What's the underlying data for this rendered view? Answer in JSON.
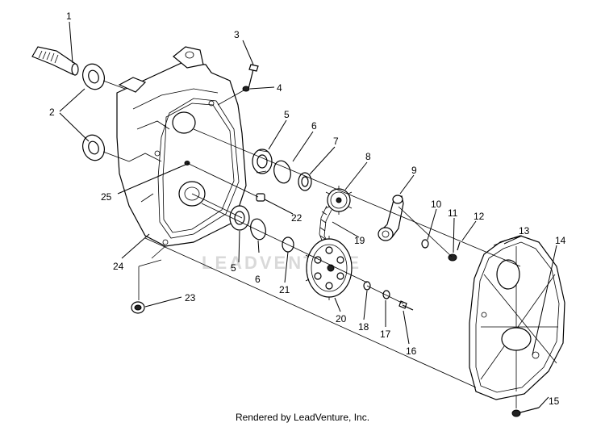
{
  "diagram": {
    "callouts": [
      "1",
      "2",
      "3",
      "4",
      "5",
      "6",
      "7",
      "8",
      "9",
      "10",
      "11",
      "12",
      "13",
      "14",
      "15",
      "16",
      "17",
      "18",
      "19",
      "20",
      "21",
      "22",
      "23",
      "24",
      "25"
    ],
    "callout_5_lower": "5",
    "callout_6_lower": "6",
    "watermark": "LEADVENTURE",
    "footer": "Rendered by LeadVenture, Inc."
  }
}
